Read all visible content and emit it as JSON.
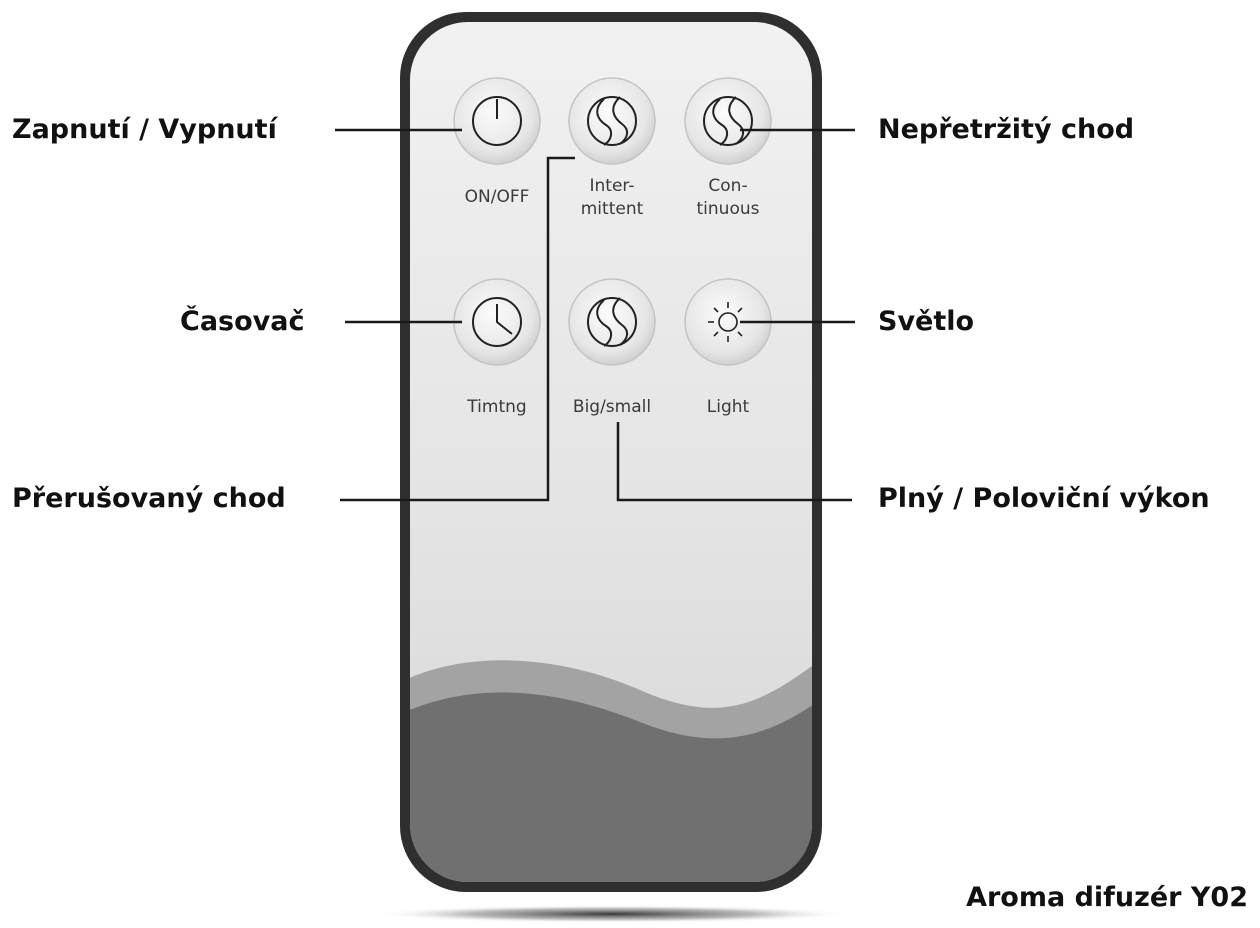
{
  "remote": {
    "buttons": [
      {
        "id": "onoff",
        "label": "ON/OFF",
        "icon": "power-icon"
      },
      {
        "id": "intermittent",
        "label_line1": "Inter-",
        "label_line2": "mittent",
        "icon": "mist-icon"
      },
      {
        "id": "continuous",
        "label_line1": "Con-",
        "label_line2": "tinuous",
        "icon": "mist-icon"
      },
      {
        "id": "timing",
        "label": "Timtng",
        "icon": "clock-icon"
      },
      {
        "id": "bigsmall",
        "label": "Big/small",
        "icon": "mist-icon"
      },
      {
        "id": "light",
        "label": "Light",
        "icon": "sun-icon"
      }
    ]
  },
  "callouts": {
    "onoff": "Zapnutí / Vypnutí",
    "continuous": "Nepřetržitý chod",
    "timer": "Časovač",
    "light": "Světlo",
    "intermittent": "Přerušovaný chod",
    "power": "Plný / Poloviční výkon"
  },
  "footer": {
    "title": "Aroma difuzér Y02"
  },
  "colors": {
    "body_outline": "#2f2f2f",
    "body_fill": "#e6e6e6",
    "wave_light": "#9a9a9a",
    "wave_dark": "#6f6f6f",
    "button_face": "#e9e9e9",
    "leader_line": "#1a1a1a"
  }
}
